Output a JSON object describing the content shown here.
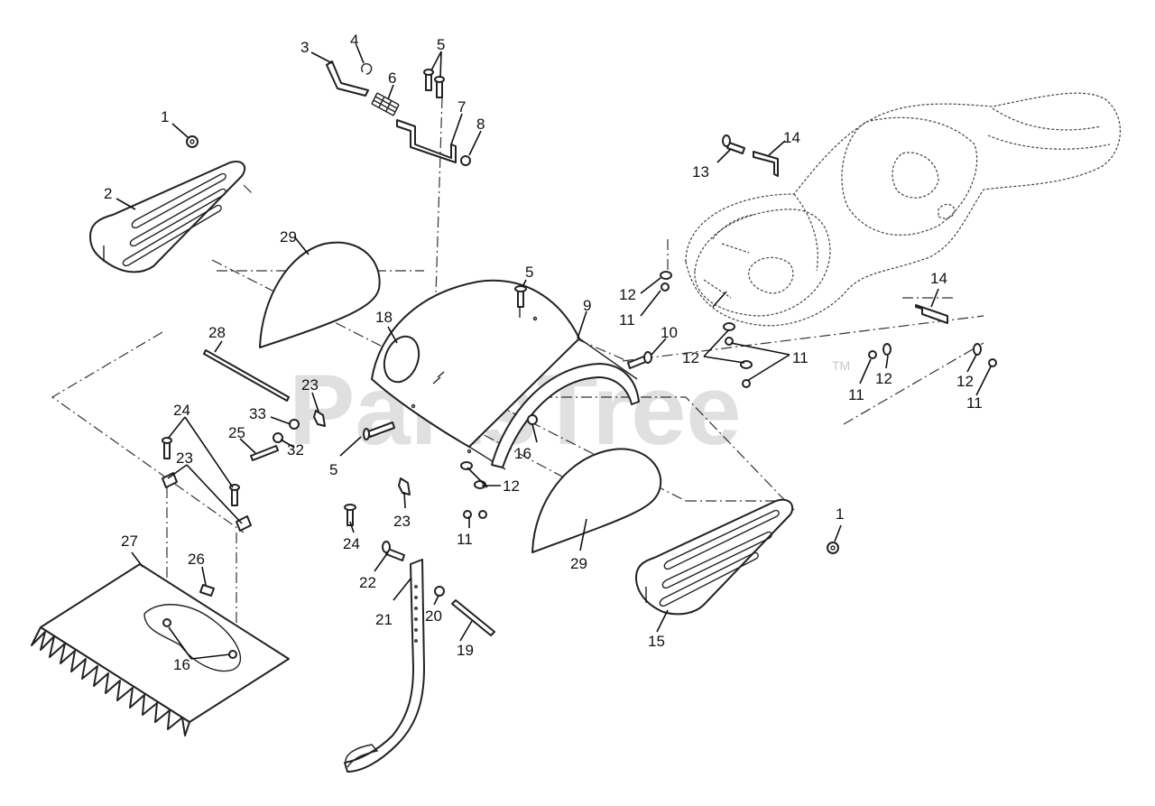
{
  "watermark": {
    "text": "PartsTree",
    "mark": "TM"
  },
  "callouts": [
    {
      "id": "c1a",
      "label": "1"
    },
    {
      "id": "c1b",
      "label": "1"
    },
    {
      "id": "c2",
      "label": "2"
    },
    {
      "id": "c3",
      "label": "3"
    },
    {
      "id": "c4",
      "label": "4"
    },
    {
      "id": "c5a",
      "label": "5"
    },
    {
      "id": "c5b",
      "label": "5"
    },
    {
      "id": "c5c",
      "label": "5"
    },
    {
      "id": "c6",
      "label": "6"
    },
    {
      "id": "c7",
      "label": "7"
    },
    {
      "id": "c8",
      "label": "8"
    },
    {
      "id": "c9",
      "label": "9"
    },
    {
      "id": "c10",
      "label": "10"
    },
    {
      "id": "c11a",
      "label": "11"
    },
    {
      "id": "c11b",
      "label": "11"
    },
    {
      "id": "c11c",
      "label": "11"
    },
    {
      "id": "c11d",
      "label": "11"
    },
    {
      "id": "c11e",
      "label": "11"
    },
    {
      "id": "c12a",
      "label": "12"
    },
    {
      "id": "c12b",
      "label": "12"
    },
    {
      "id": "c12c",
      "label": "12"
    },
    {
      "id": "c12d",
      "label": "12"
    },
    {
      "id": "c12e",
      "label": "12"
    },
    {
      "id": "c13",
      "label": "13"
    },
    {
      "id": "c14a",
      "label": "14"
    },
    {
      "id": "c14b",
      "label": "14"
    },
    {
      "id": "c15",
      "label": "15"
    },
    {
      "id": "c16a",
      "label": "16"
    },
    {
      "id": "c16b",
      "label": "16"
    },
    {
      "id": "c18",
      "label": "18"
    },
    {
      "id": "c19",
      "label": "19"
    },
    {
      "id": "c20",
      "label": "20"
    },
    {
      "id": "c21",
      "label": "21"
    },
    {
      "id": "c22",
      "label": "22"
    },
    {
      "id": "c23a",
      "label": "23"
    },
    {
      "id": "c23b",
      "label": "23"
    },
    {
      "id": "c23c",
      "label": "23"
    },
    {
      "id": "c24a",
      "label": "24"
    },
    {
      "id": "c24b",
      "label": "24"
    },
    {
      "id": "c25",
      "label": "25"
    },
    {
      "id": "c26",
      "label": "26"
    },
    {
      "id": "c27",
      "label": "27"
    },
    {
      "id": "c28",
      "label": "28"
    },
    {
      "id": "c29a",
      "label": "29"
    },
    {
      "id": "c29b",
      "label": "29"
    },
    {
      "id": "c32",
      "label": "32"
    },
    {
      "id": "c33",
      "label": "33"
    }
  ]
}
